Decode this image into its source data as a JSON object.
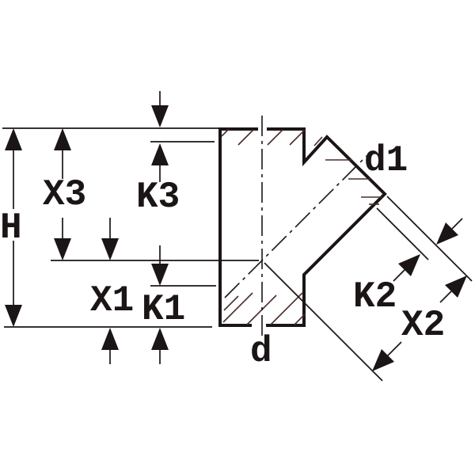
{
  "labels": {
    "H": "H",
    "X3": "X3",
    "K3": "K3",
    "X1": "X1",
    "K1": "K1",
    "K2": "K2",
    "X2": "X2",
    "d": "d",
    "d1": "d1"
  },
  "colors": {
    "ink": "#1b1515",
    "hatch": "#4a2b2b",
    "background": "#ffffff"
  }
}
